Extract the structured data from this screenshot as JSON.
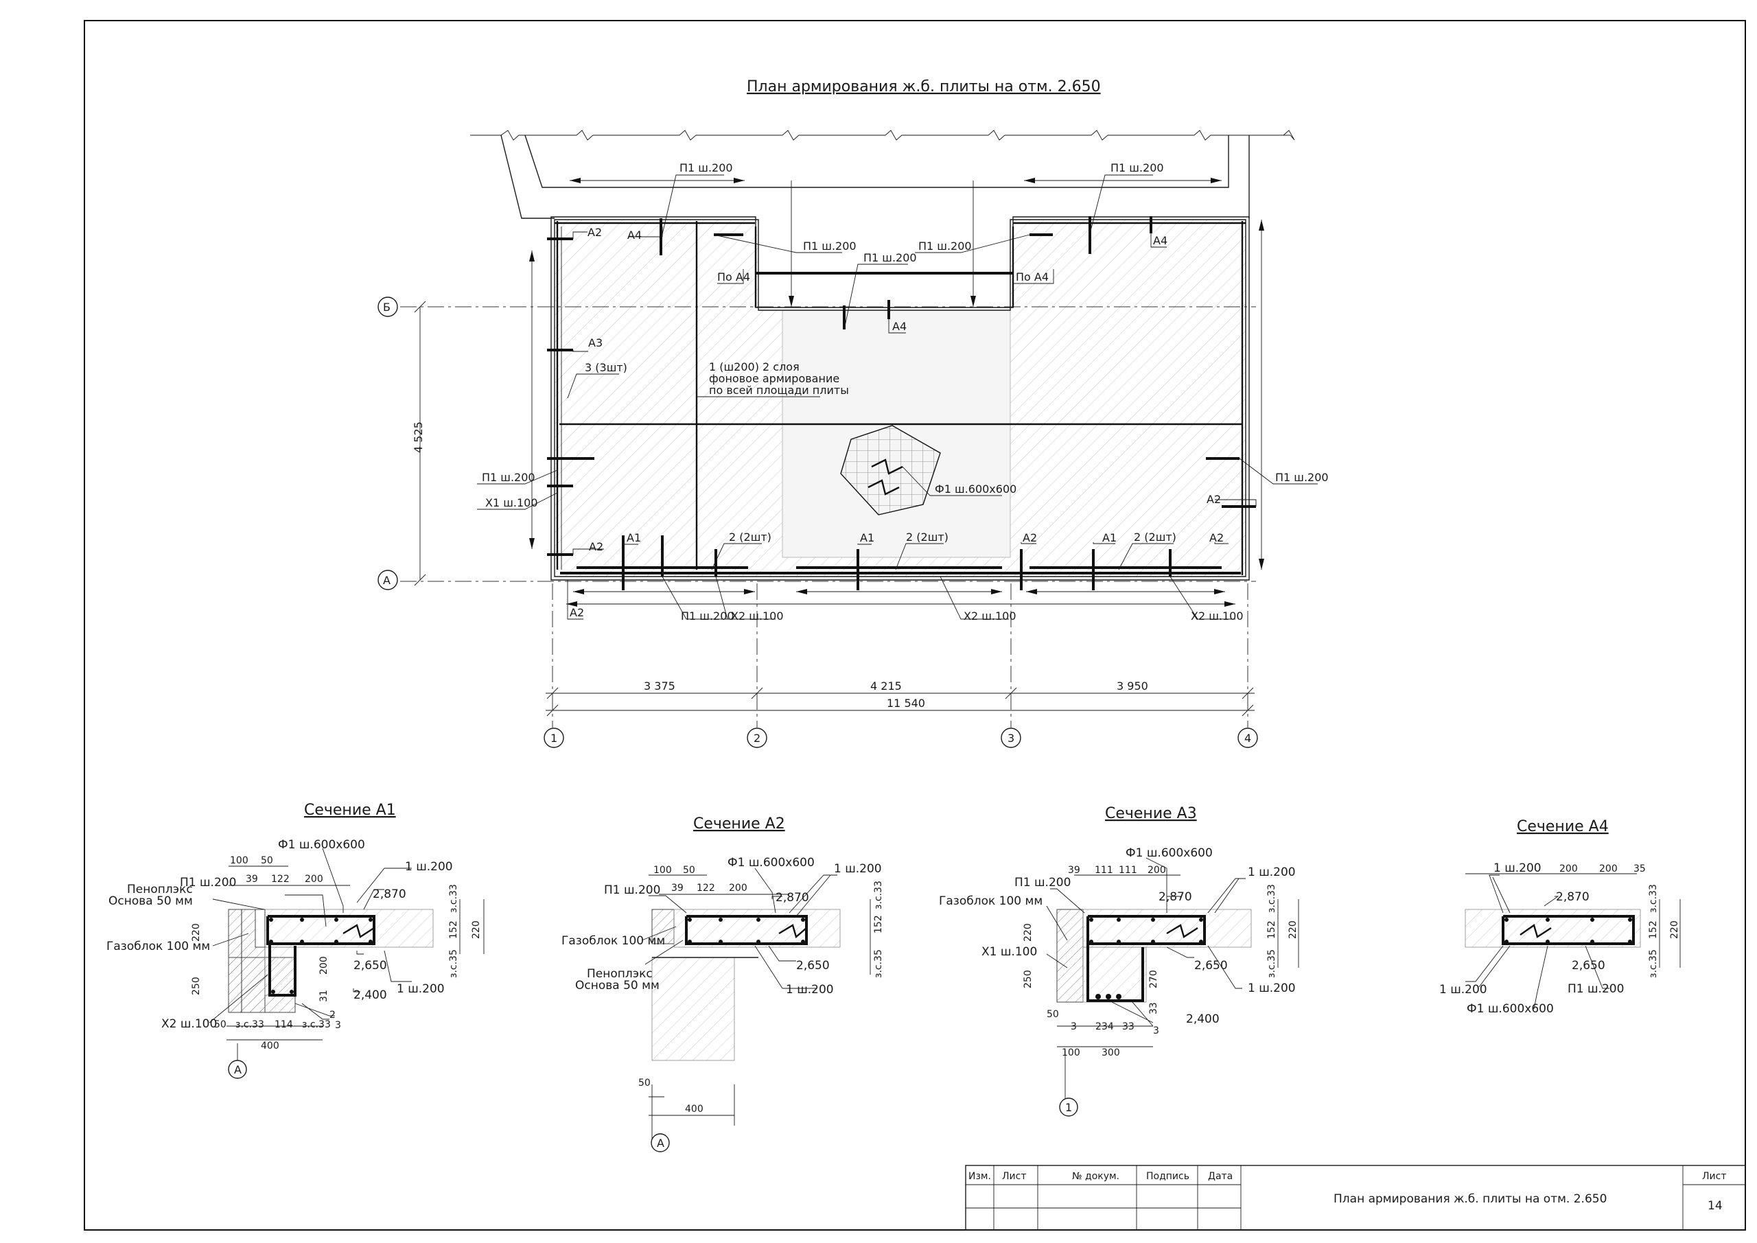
{
  "title_plan": "План армирования ж.б. плиты на отм. 2.650",
  "plan_labels": {
    "p1_top_left": "П1 ш.200",
    "p1_top_right": "П1 ш.200",
    "p1_mid_left": "П1 ш.200",
    "p1_mid_center": "П1 ш.200",
    "p1_mid_right": "П1 ш.200",
    "po_a4_left": "По А4",
    "po_a4_right": "По А4",
    "a2_tl": "А2",
    "a4_tl": "А4",
    "a4_tr": "А4",
    "a4_center": "А4",
    "a3": "А3",
    "three_pcs": "3 (3шт)",
    "background_note_1": "1 (ш200) 2 слоя",
    "background_note_2": "фоновое армирование",
    "background_note_3": "по всей площади плиты",
    "p1_left_side": "П1 ш.200",
    "x1_left": "Х1 ш.100",
    "f1_center": "Ф1 ш.600х600",
    "p1_right_side": "П1 ш.200",
    "a2_right": "А2",
    "a2_bl": "А2",
    "a1_b1": "А1",
    "two_pcs_1": "2 (2шт)",
    "a1_b2": "А1",
    "two_pcs_2": "2 (2шт)",
    "a2_b3": "А2",
    "a1_b3": "А1",
    "two_pcs_3": "2 (2шт)",
    "a2_b4": "А2",
    "a2_bottom_left": "А2",
    "p1_bottom": "П1 ш.200",
    "x2_b1": "Х2 ш.100",
    "x2_b2": "Х2 ш.100",
    "x2_b3": "Х2 ш.100",
    "dim_vertical": "4 525",
    "axis_b": "Б",
    "axis_a": "А"
  },
  "dimensions": {
    "d1": "3 375",
    "d2": "4 215",
    "d3": "3 950",
    "total": "11 540",
    "axis_1": "1",
    "axis_2": "2",
    "axis_3": "3",
    "axis_4": "4"
  },
  "section_a1": {
    "title": "Сечение А1",
    "f1": "Ф1 ш.600х600",
    "d100": "100",
    "d50": "50",
    "d39": "39",
    "d122": "122",
    "d200": "200",
    "p1": "П1 ш.200",
    "penoplex": "Пеноплэкс",
    "base": "Основа 50 мм",
    "gasblock": "Газоблок 100 мм",
    "one200_top": "1 ш.200",
    "mark_2870": "2,870",
    "mark_2650": "2,650",
    "mark_2400": "2,400",
    "one200_bot": "1 ш.200",
    "d220": "220",
    "d250": "250",
    "d200v": "200",
    "d31": "31",
    "zs33": "з.с.33",
    "d152": "152",
    "d220r": "220",
    "zs35": "з.с.35",
    "x2": "Х2 ш.100",
    "b50": "50",
    "bzs33a": "з.с.33",
    "b114": "114",
    "bzs33b": "з.с.33",
    "b400": "400",
    "n2": "2",
    "n3": "3",
    "axis": "А"
  },
  "section_a2": {
    "title": "Сечение А2",
    "f1": "Ф1 ш.600х600",
    "d100": "100",
    "d50": "50",
    "d39": "39",
    "d122": "122",
    "d200": "200",
    "p1": "П1 ш.200",
    "one200_top": "1 ш.200",
    "mark_2870": "2,870",
    "mark_2650": "2,650",
    "gasblock": "Газоблок 100 мм",
    "penoplex": "Пеноплэкс",
    "base": "Основа 50 мм",
    "one200_bot": "1 ш.200",
    "zs33": "з.с.33",
    "d152": "152",
    "zs35": "з.с.35",
    "b50": "50",
    "b400": "400",
    "axis": "А"
  },
  "section_a3": {
    "title": "Сечение А3",
    "f1": "Ф1 ш.600х600",
    "d39": "39",
    "d111a": "111",
    "d111b": "111",
    "d200": "200",
    "p1": "П1 ш.200",
    "gasblock": "Газоблок 100 мм",
    "x1": "Х1 ш.100",
    "one200_top": "1 ш.200",
    "mark_2870": "2,870",
    "mark_2650": "2,650",
    "mark_2400": "2,400",
    "one200_bot": "1 ш.200",
    "d220": "220",
    "d250": "250",
    "d270": "270",
    "zs33": "з.с.33",
    "d152": "152",
    "d220r": "220",
    "zs35": "з.с.35",
    "d33": "33",
    "b50": "50",
    "b3": "3",
    "b234": "234",
    "b33": "33",
    "b100": "100",
    "b300": "300",
    "n3": "3",
    "axis": "1"
  },
  "section_a4": {
    "title": "Сечение А4",
    "one200_top": "1 ш.200",
    "d200a": "200",
    "d200b": "200",
    "d35": "35",
    "mark_2870": "2,870",
    "mark_2650": "2,650",
    "zs33": "з.с.33",
    "d152": "152",
    "d220": "220",
    "zs35": "з.с.35",
    "one200_bot": "1 ш.200",
    "p1": "П1 ш.200",
    "f1": "Ф1 ш.600х600"
  },
  "title_block": {
    "h_izm": "Изм.",
    "h_list": "Лист",
    "h_doc": "№ докум.",
    "h_sign": "Подпись",
    "h_date": "Дата",
    "sheet_title": "План армирования ж.б. плиты на отм. 2.650",
    "sheet_label": "Лист",
    "sheet_no": "14"
  }
}
